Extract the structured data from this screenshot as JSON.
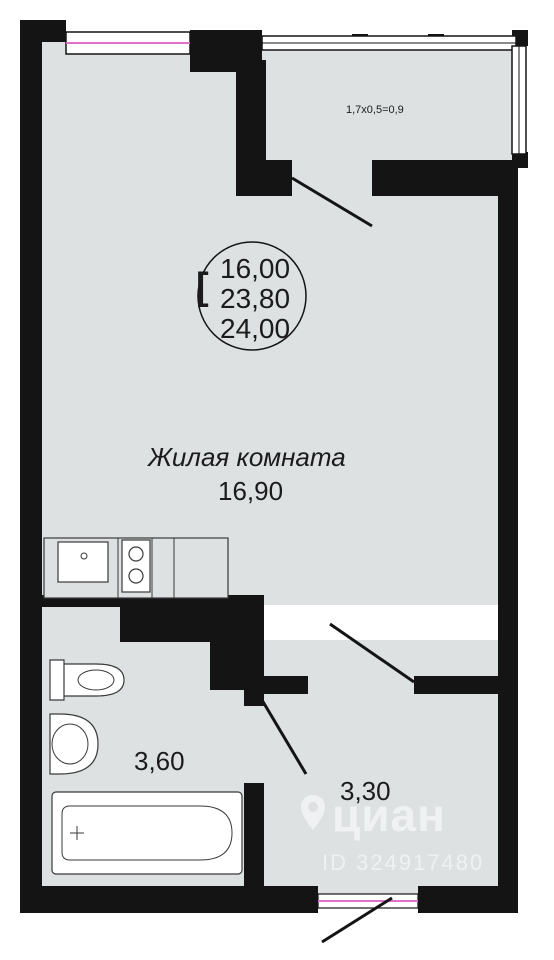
{
  "balcony": {
    "label": "1,7x0,5=0,9"
  },
  "areas": {
    "c": "16,00",
    "total": "23,80",
    "total2": "24,00"
  },
  "living_room": {
    "name": "Жилая комната",
    "area": "16,90"
  },
  "bathroom": {
    "area": "3,60"
  },
  "hallway": {
    "area": "3,30"
  },
  "watermark": {
    "brand": "циан",
    "id": "ID 324917480"
  },
  "colors": {
    "floor": "#dde1e2",
    "wall": "#141414",
    "window": "#e070c8",
    "fixture": "#ffffff",
    "line": "#3a3a3a"
  }
}
